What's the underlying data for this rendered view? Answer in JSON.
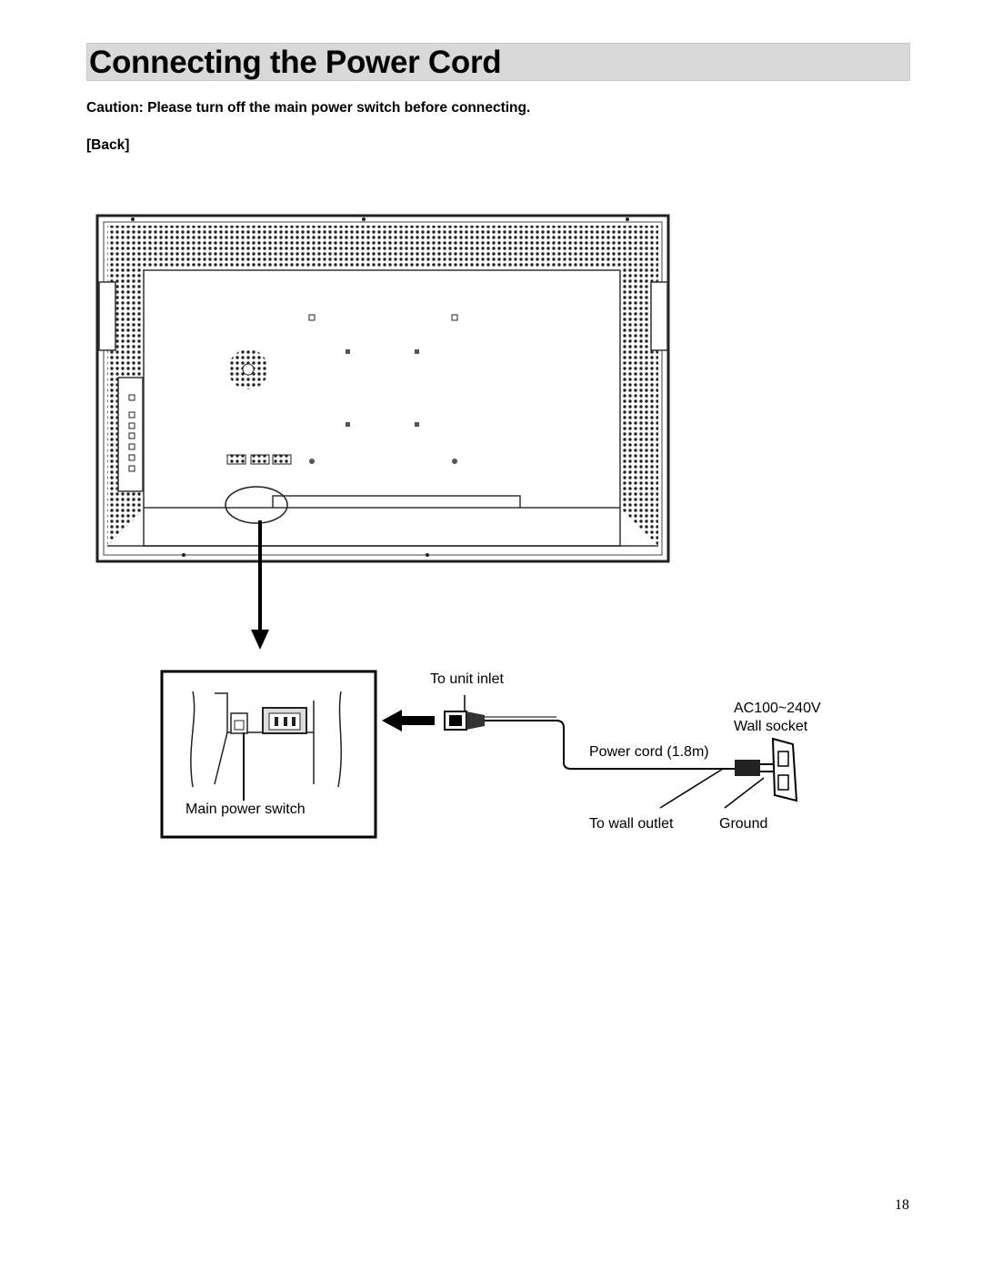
{
  "page": {
    "title": "Connecting the Power Cord",
    "caution": "Caution: Please turn off the main power switch before connecting.",
    "section_label": "[Back]",
    "page_number": "18"
  },
  "diagram": {
    "labels": {
      "to_unit_inlet": "To unit inlet",
      "voltage": "AC100~240V",
      "wall_socket": "Wall socket",
      "power_cord": "Power cord (1.8m)",
      "main_power_switch": "Main power switch",
      "to_wall_outlet": "To wall outlet",
      "ground": "Ground"
    }
  }
}
